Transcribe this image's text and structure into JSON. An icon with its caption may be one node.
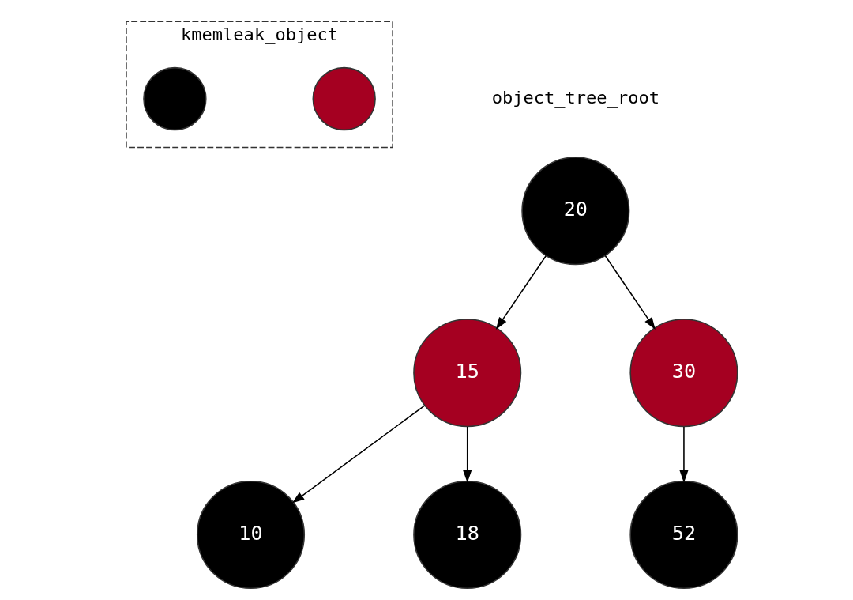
{
  "diagram": {
    "nodes": [
      {
        "text": [
          "kmemleak_object"
        ]
      },
      {
        "text": [],
        "shape": "circle",
        "in": 0
      },
      {
        "text": [],
        "shape": "circle",
        "in": 0
      },
      {
        "text": [
          "20"
        ],
        "beside": [
          "object_tree_root"
        ]
      },
      {
        "text": [
          "15"
        ]
      },
      {
        "text": [
          "30"
        ]
      },
      {
        "text": [
          "10"
        ]
      },
      {
        "text": [
          "18"
        ]
      },
      {
        "text": [
          "52"
        ]
      }
    ],
    "edges": [
      {
        "from": 3,
        "to": 4,
        "arrow": "to"
      },
      {
        "from": 3,
        "to": 5,
        "arrow": "to"
      },
      {
        "from": 4,
        "to": 6,
        "arrow": "to"
      },
      {
        "from": 4,
        "to": 7,
        "arrow": "to"
      },
      {
        "from": 5,
        "to": 8,
        "arrow": "to"
      }
    ]
  }
}
